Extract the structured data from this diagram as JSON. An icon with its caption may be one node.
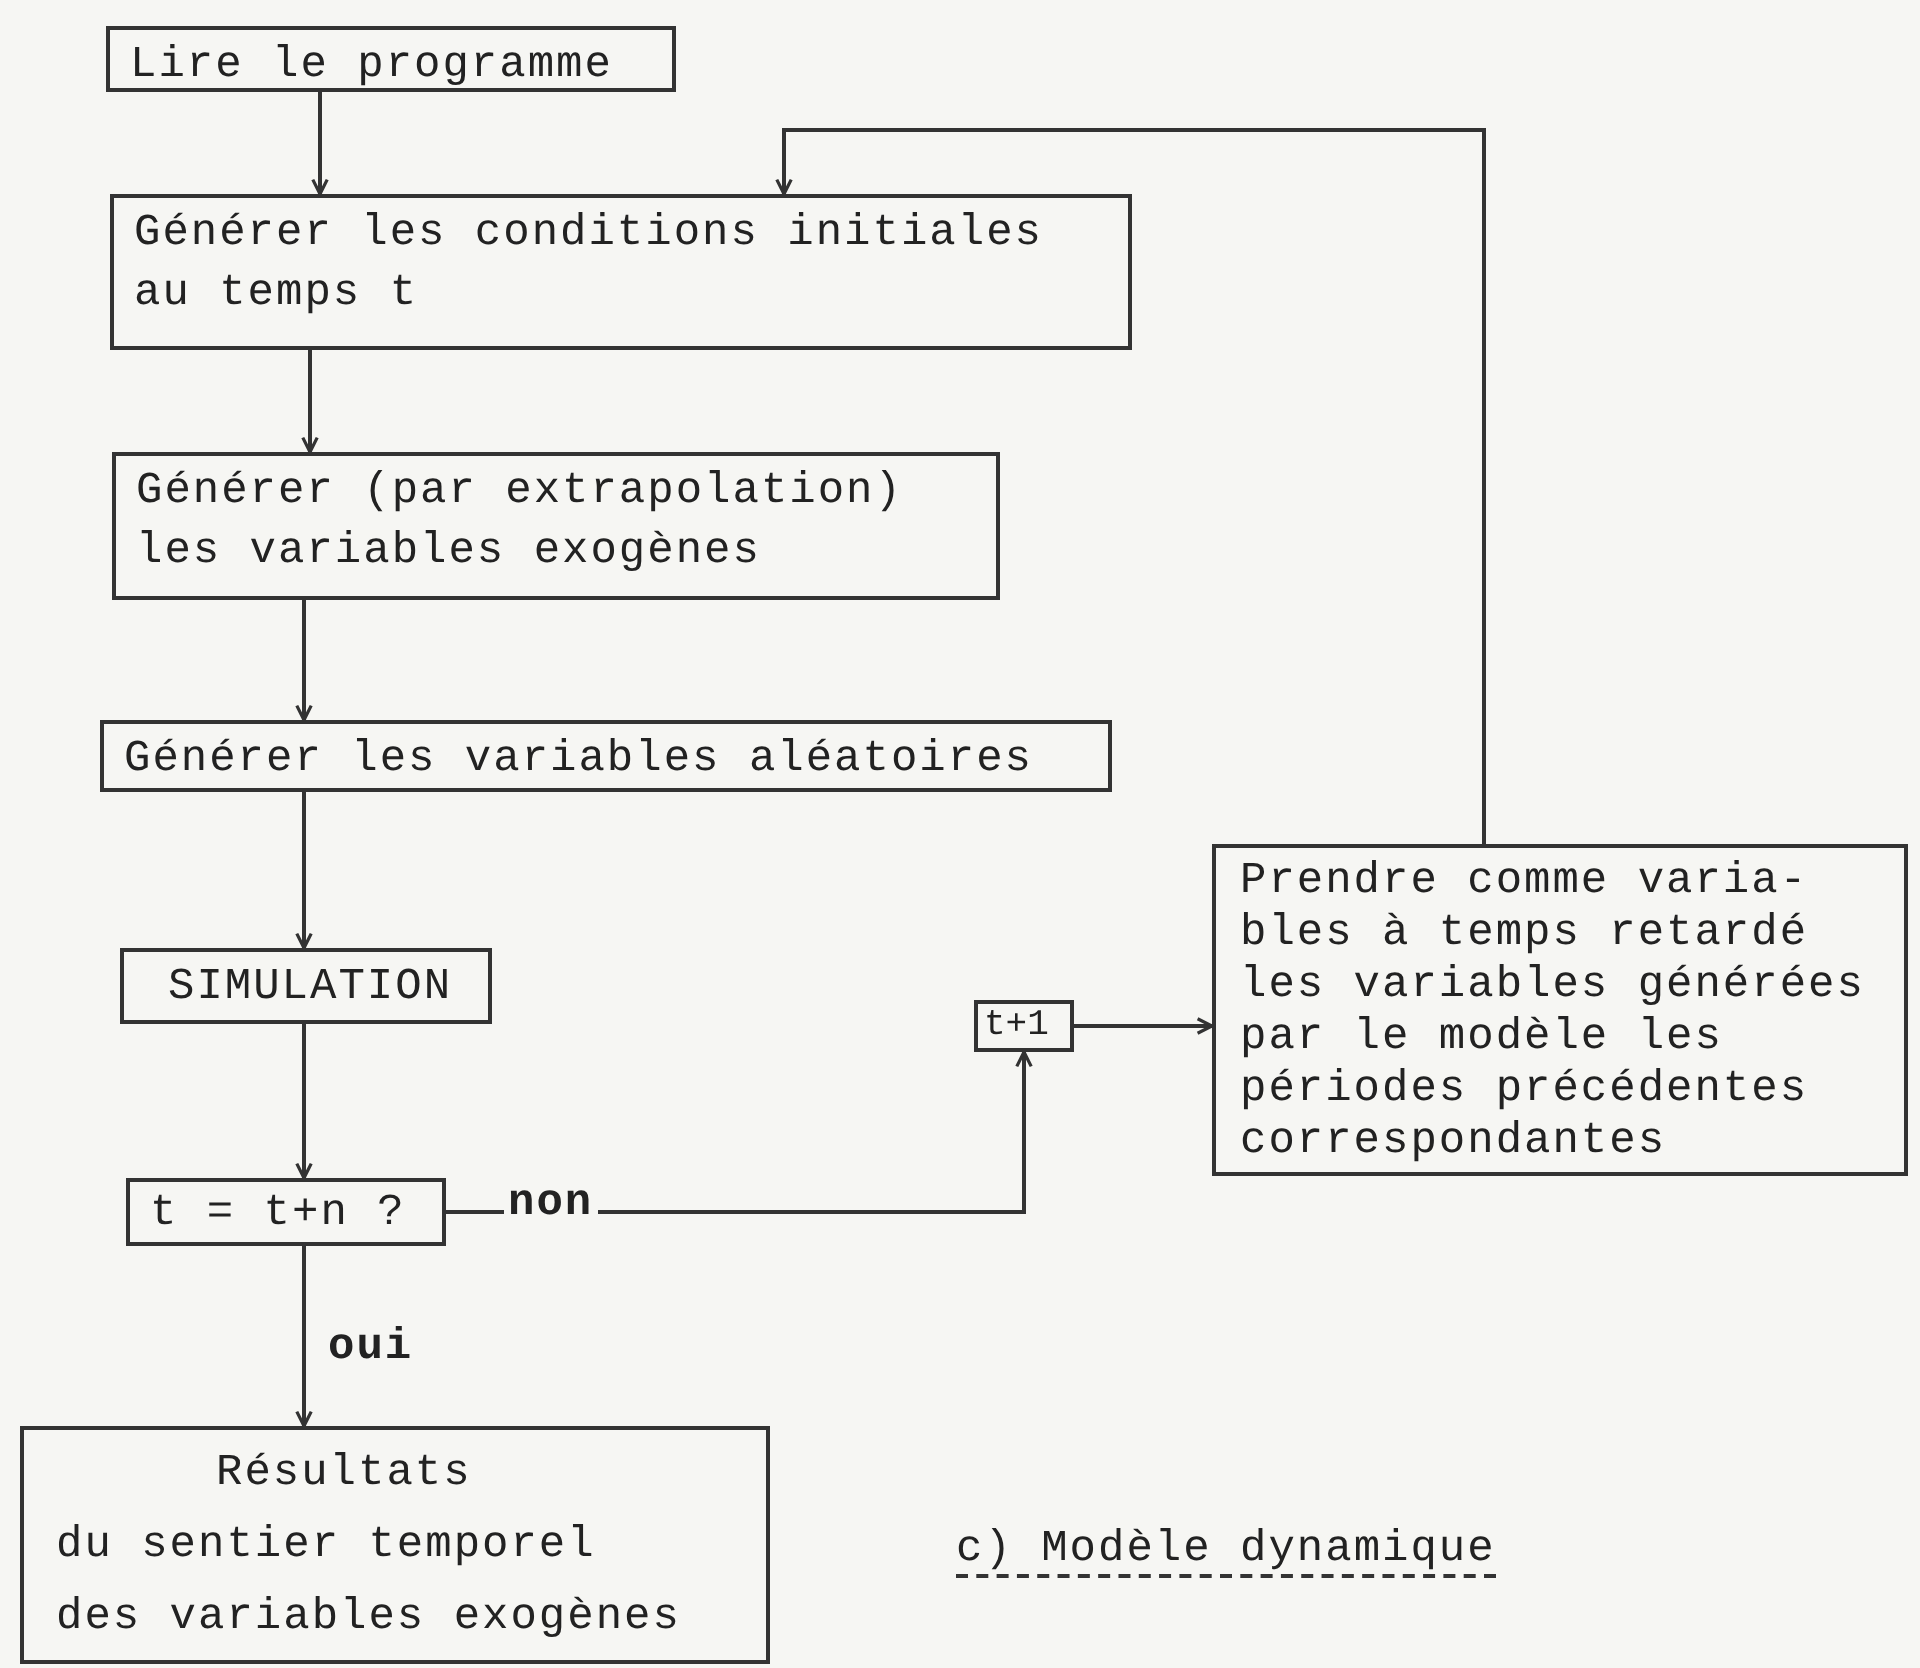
{
  "diagram": {
    "caption": "c) Modèle dynamique",
    "nodes": [
      {
        "text": [
          "Lire le programme"
        ]
      },
      {
        "text": [
          "Générer les conditions initiales au temps t"
        ]
      },
      {
        "text": [
          "Générer (par extrapolation) les variables exogènes"
        ]
      },
      {
        "text": [
          "Générer les variables aléatoires"
        ]
      },
      {
        "text": [
          "SIMULATION"
        ]
      },
      {
        "text": [
          "t = t+n ?"
        ]
      },
      {
        "text": [
          "t+1"
        ]
      },
      {
        "text": [
          "Prendre comme varia- bles à temps retardé les variables générées par le modèle les périodes précédentes correspondantes"
        ]
      },
      {
        "text": [
          "Résultats",
          "du sentier temporel des variables exogènes"
        ]
      }
    ],
    "edges": [
      {
        "from": 0,
        "to": 1,
        "arrow": "to"
      },
      {
        "from": 1,
        "to": 2,
        "arrow": "to"
      },
      {
        "from": 2,
        "to": 3,
        "arrow": "to"
      },
      {
        "from": 3,
        "to": 4,
        "arrow": "to"
      },
      {
        "from": 4,
        "to": 5,
        "arrow": "to"
      },
      {
        "from": 5,
        "to": 8,
        "label": "oui",
        "arrow": "to"
      },
      {
        "from": 5,
        "to": 6,
        "label": "non",
        "arrow": "to"
      },
      {
        "from": 6,
        "to": 7,
        "arrow": "to"
      },
      {
        "from": 7,
        "to": 1,
        "arrow": "to"
      }
    ]
  }
}
